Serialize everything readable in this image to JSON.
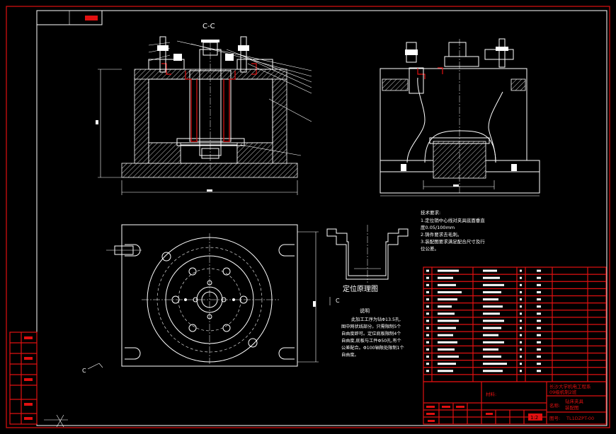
{
  "drawing": {
    "section_label": "C-C",
    "principle_label": "定位原理图",
    "section_mark": "C",
    "tech_requirements": {
      "title": "技术要求:",
      "lines": [
        "1.定位销中心线对夹具底面垂直",
        "度0.05/100mm",
        "2.铸件要求去毛刺。",
        "3.装配图要求满足配合尺寸及行",
        "位公差。"
      ]
    },
    "notes": {
      "title": "说明",
      "lines": [
        "此加工工序为钻Φ13.5孔,",
        "图中网状线部分。只需限制5个",
        "自由度即可。定位底板限制4个",
        "自由度,底板与工件Φ50孔,有个",
        "公差配合。Φ100轴限处限制1个",
        "自由度。"
      ]
    },
    "title_block": {
      "school_line1": "长沙大学机电工程系",
      "school_line2": "09级机制2班",
      "drawing_name_line1": "钻床夹具",
      "drawing_name_line2": "装配图",
      "material_label": "材料:",
      "name_label": "名称:",
      "drawing_no_label": "图号:",
      "drawing_no": "TL1DZPT-00",
      "scale": "1:2"
    }
  },
  "colors": {
    "background": "#000000",
    "line": "#ffffff",
    "accent": "#e01010"
  }
}
